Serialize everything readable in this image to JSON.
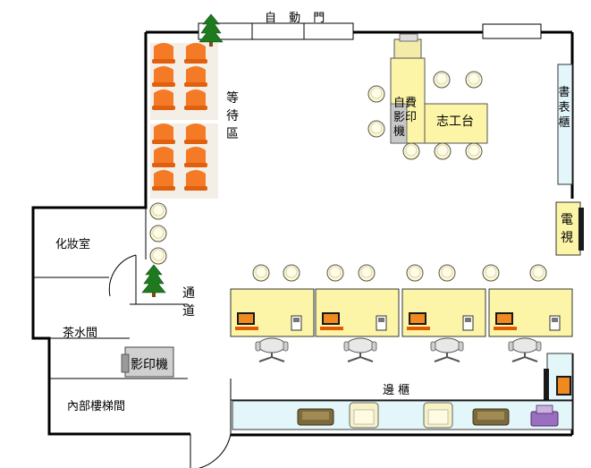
{
  "labels": {
    "auto_door": "自 動 門",
    "waiting_area": "等待區",
    "self_print": "自費影印機",
    "volunteer_desk": "志工台",
    "bookshelf": "書表櫃",
    "tv": "電視",
    "makeup_room": "化妝室",
    "passage": "通道",
    "tea_room": "茶水間",
    "copier": "影印機",
    "stairs": "內部樓梯間",
    "side_cabinet": "邊 櫃"
  },
  "colors": {
    "wall": "#000000",
    "chair_orange": "#f47a26",
    "desk_yellow": "#fcf5a8",
    "stool_yellow": "#fdf8c8",
    "cabinet_cyan": "#e3f7fb",
    "tree_green": "#1f7a1f"
  }
}
